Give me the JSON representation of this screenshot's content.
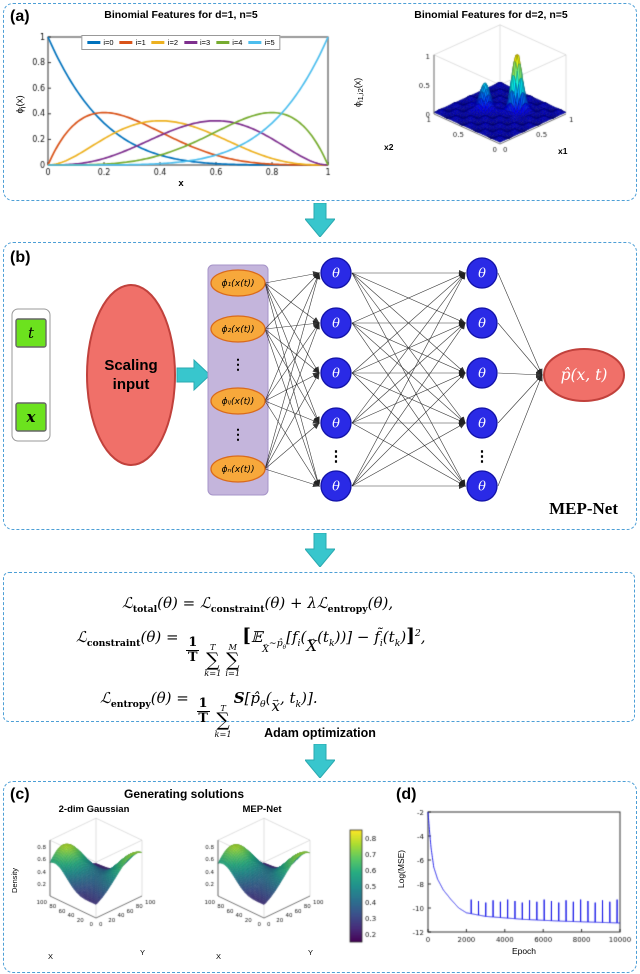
{
  "accents": {
    "arrow": "#38C6CD",
    "arrow_edge": "#2AA9B0",
    "panel_border": "#4D9FD6"
  },
  "flow": {
    "adam_label": "Adam optimization"
  },
  "panel_a": {
    "tag": "(a)"
  },
  "panel_b": {
    "tag": "(b)",
    "caption": "MEP-Net",
    "inputs": [
      "t",
      "x"
    ],
    "scaling": [
      "Scaling",
      "input"
    ],
    "basis_nodes": [
      "ϕ₁(x(t))",
      "ϕ₂(x(t))",
      "ϕᵢⱼ(x(t))",
      "ϕₙ(x(t))"
    ],
    "dots": "⋮",
    "theta": "θ",
    "output": "p̂(x, t)",
    "colors": {
      "input_fill": "#6CE21E",
      "input_stroke": "#666666",
      "scaling_fill": "#F07069",
      "scaling_stroke": "#C1413C",
      "basis_box_fill": "#C4B5DC",
      "basis_box_stroke": "#A694C8",
      "basis_fill": "#F7A83B",
      "basis_stroke": "#D96A1B",
      "hidden_fill": "#2A2AE6",
      "hidden_stroke": "#1212A8",
      "output_fill": "#F07069",
      "output_stroke": "#C1413C"
    }
  },
  "equations": {
    "line1_html": "ℒ<sub class='rm'>total</sub>(θ) = ℒ<sub class='rm'>constraint</sub>(θ) + λℒ<sub class='rm'>entropy</sub>(θ),",
    "line2_html": "ℒ<sub class='rm'>constraint</sub>(θ) = <span class='frac'><span class='fn'>1</span><span class='fd'>T</span></span><span class='sum'><span class='l'>T</span><span class='s'>∑</span><span class='l'>k=1</span></span><span class='sum'><span class='l'>M</span><span class='s'>∑</span><span class='l'>i=1</span></span><span class='bigb'>[</span>𝔼<sub><span class='ovr'><span class='a'>→</span><span>X</span></span>∼p̂<sub>θ</sub></sub>[f<sub>i</sub>(<span class='ovr'><span class='a'>→</span><span>X</span></span>(t<sub>k</sub>))] − f̃<sub>i</sub>(t<sub>k</sub>)<span class='bigb'>]</span><sup>2</sup>,",
    "line3_html": "ℒ<sub class='rm'>entropy</sub>(θ) = <span class='frac'><span class='fn'>1</span><span class='fd'>T</span></span><span class='sum'><span class='l'>T</span><span class='s'>∑</span><span class='l'>k=1</span></span><span class='cal'>S</span>[p̂<sub>θ</sub>(<span class='ovr'><span class='a'>→</span><span>x</span></span>, t<sub>k</sub>)]."
  },
  "panel_c": {
    "tag": "(c)",
    "heading": "Generating solutions",
    "colorbar": {
      "ticks": [
        "0.2",
        "0.3",
        "0.4",
        "0.5",
        "0.6",
        "0.7",
        "0.8"
      ],
      "range": [
        0.15,
        0.85
      ],
      "colormap": "viridis"
    }
  },
  "panel_d": {
    "tag": "(d)"
  },
  "chart_data": [
    {
      "id": "binomial-features-1d",
      "type": "line",
      "title": "Binomial Features for d=1, n=5",
      "xlabel": "x",
      "ylabel_html": "ϕ<sub>i</sub>(x)",
      "xlim": [
        0,
        1
      ],
      "ylim": [
        0,
        1
      ],
      "x_ticks": [
        "0",
        "0.2",
        "0.4",
        "0.6",
        "0.8",
        "1"
      ],
      "y_ticks": [
        "0",
        "0.2",
        "0.4",
        "0.6",
        "0.8",
        "1"
      ],
      "legend_position": "top",
      "bernstein_n": 5,
      "x_samples": [
        0,
        0.1,
        0.2,
        0.3,
        0.4,
        0.5,
        0.6,
        0.7,
        0.8,
        0.9,
        1
      ],
      "series": [
        {
          "name": "i=0",
          "i": 0,
          "color": "#0072BD",
          "values": [
            1,
            0.5905,
            0.3277,
            0.1681,
            0.0778,
            0.0313,
            0.0102,
            0.0024,
            0.0003,
            0.0,
            0
          ]
        },
        {
          "name": "i=1",
          "i": 1,
          "color": "#D95319",
          "values": [
            0,
            0.3281,
            0.4096,
            0.3602,
            0.2592,
            0.1563,
            0.0768,
            0.0284,
            0.0064,
            0.0005,
            0
          ]
        },
        {
          "name": "i=2",
          "i": 2,
          "color": "#EDB120",
          "values": [
            0,
            0.0729,
            0.2048,
            0.3087,
            0.3456,
            0.3125,
            0.2304,
            0.1323,
            0.0512,
            0.0081,
            0
          ]
        },
        {
          "name": "i=3",
          "i": 3,
          "color": "#7E2F8E",
          "values": [
            0,
            0.0081,
            0.0512,
            0.1323,
            0.2304,
            0.3125,
            0.3456,
            0.3087,
            0.2048,
            0.0729,
            0
          ]
        },
        {
          "name": "i=4",
          "i": 4,
          "color": "#77AC30",
          "values": [
            0,
            0.0005,
            0.0064,
            0.0284,
            0.0768,
            0.1563,
            0.2592,
            0.3602,
            0.4096,
            0.3281,
            0
          ]
        },
        {
          "name": "i=5",
          "i": 5,
          "color": "#4DBEEE",
          "values": [
            0,
            0.0,
            0.0003,
            0.0024,
            0.0102,
            0.0313,
            0.0778,
            0.1681,
            0.3277,
            0.5905,
            1
          ]
        }
      ]
    },
    {
      "id": "binomial-features-2d",
      "type": "surface",
      "title": "Binomial Features for d=2, n=5",
      "xlabel": "x1",
      "ylabel": "x2",
      "zlabel_html": "ϕ<sub>i1,i2</sub>(x)",
      "xlim": [
        0,
        1
      ],
      "ylim": [
        0,
        1
      ],
      "zlim": [
        0,
        1
      ],
      "x_ticks": [
        "0",
        "0.5",
        "1"
      ],
      "y_ticks": [
        "0",
        "0.5",
        "1"
      ],
      "z_ticks": [
        "0",
        "0.5",
        "1"
      ],
      "colormap": "jet",
      "surface": {
        "base": 0.03,
        "peaks": [
          {
            "cx": 0.62,
            "cy": 0.36,
            "amp": 1.0,
            "sx": 0.055,
            "sy": 0.055
          },
          {
            "cx": 0.33,
            "cy": 0.56,
            "amp": 0.45,
            "sx": 0.06,
            "sy": 0.06
          }
        ],
        "ripple": {
          "amp": 0.045,
          "freq": 9
        }
      }
    },
    {
      "id": "solution-2dim-gaussian",
      "type": "surface",
      "title": "2-dim Gaussian",
      "xlabel": "X",
      "ylabel": "Y",
      "zlabel": "Density",
      "xlim": [
        0,
        100
      ],
      "ylim": [
        0,
        100
      ],
      "zlim": [
        0.1,
        0.9
      ],
      "x_ticks": [
        "0",
        "20",
        "40",
        "60",
        "80",
        "100"
      ],
      "y_ticks": [
        "0",
        "20",
        "40",
        "60",
        "80",
        "100"
      ],
      "z_ticks": [
        "0.2",
        "0.4",
        "0.6",
        "0.8"
      ],
      "colormap": "viridis",
      "surface": {
        "base": 0.14,
        "peaks": [
          {
            "cx": 0.1,
            "cy": 0.74,
            "amp": 0.62,
            "sx": 0.28,
            "sy": 0.3
          },
          {
            "cx": 1.02,
            "cy": 0.15,
            "amp": 0.6,
            "sx": 0.3,
            "sy": 0.42
          }
        ]
      }
    },
    {
      "id": "solution-mep-net",
      "type": "surface",
      "title": "MEP-Net",
      "xlabel": "X",
      "ylabel": "Y",
      "zlabel": "Density",
      "xlim": [
        0,
        100
      ],
      "ylim": [
        0,
        100
      ],
      "zlim": [
        0.1,
        0.9
      ],
      "x_ticks": [
        "0",
        "20",
        "40",
        "60",
        "80",
        "100"
      ],
      "y_ticks": [
        "0",
        "20",
        "40",
        "60",
        "80",
        "100"
      ],
      "z_ticks": [
        "0.2",
        "0.4",
        "0.6",
        "0.8"
      ],
      "colormap": "viridis",
      "surface": {
        "base": 0.14,
        "peaks": [
          {
            "cx": 0.11,
            "cy": 0.73,
            "amp": 0.61,
            "sx": 0.28,
            "sy": 0.31
          },
          {
            "cx": 1.01,
            "cy": 0.16,
            "amp": 0.6,
            "sx": 0.3,
            "sy": 0.41
          }
        ]
      }
    },
    {
      "id": "training-loss",
      "type": "line",
      "xlabel": "Epoch",
      "ylabel": "Log(MSE)",
      "xlim": [
        0,
        10000
      ],
      "ylim": [
        -12,
        -2
      ],
      "x_ticks": [
        "0",
        "2000",
        "4000",
        "6000",
        "8000",
        "10000"
      ],
      "y_ticks": [
        "-2",
        "-4",
        "-6",
        "-8",
        "-10",
        "-12"
      ],
      "line_color": "#1010E6",
      "base_curve": [
        [
          0,
          -2.0
        ],
        [
          80,
          -3.6
        ],
        [
          160,
          -5.0
        ],
        [
          300,
          -6.6
        ],
        [
          500,
          -7.6
        ],
        [
          800,
          -8.5
        ],
        [
          1200,
          -9.3
        ],
        [
          1600,
          -10.0
        ],
        [
          2000,
          -10.4
        ],
        [
          3000,
          -10.7
        ],
        [
          5000,
          -10.95
        ],
        [
          7000,
          -11.1
        ],
        [
          10000,
          -11.25
        ]
      ],
      "spikes": {
        "start": 2250,
        "interval": 380,
        "end": 10000,
        "peak_top": -9.3
      }
    }
  ]
}
